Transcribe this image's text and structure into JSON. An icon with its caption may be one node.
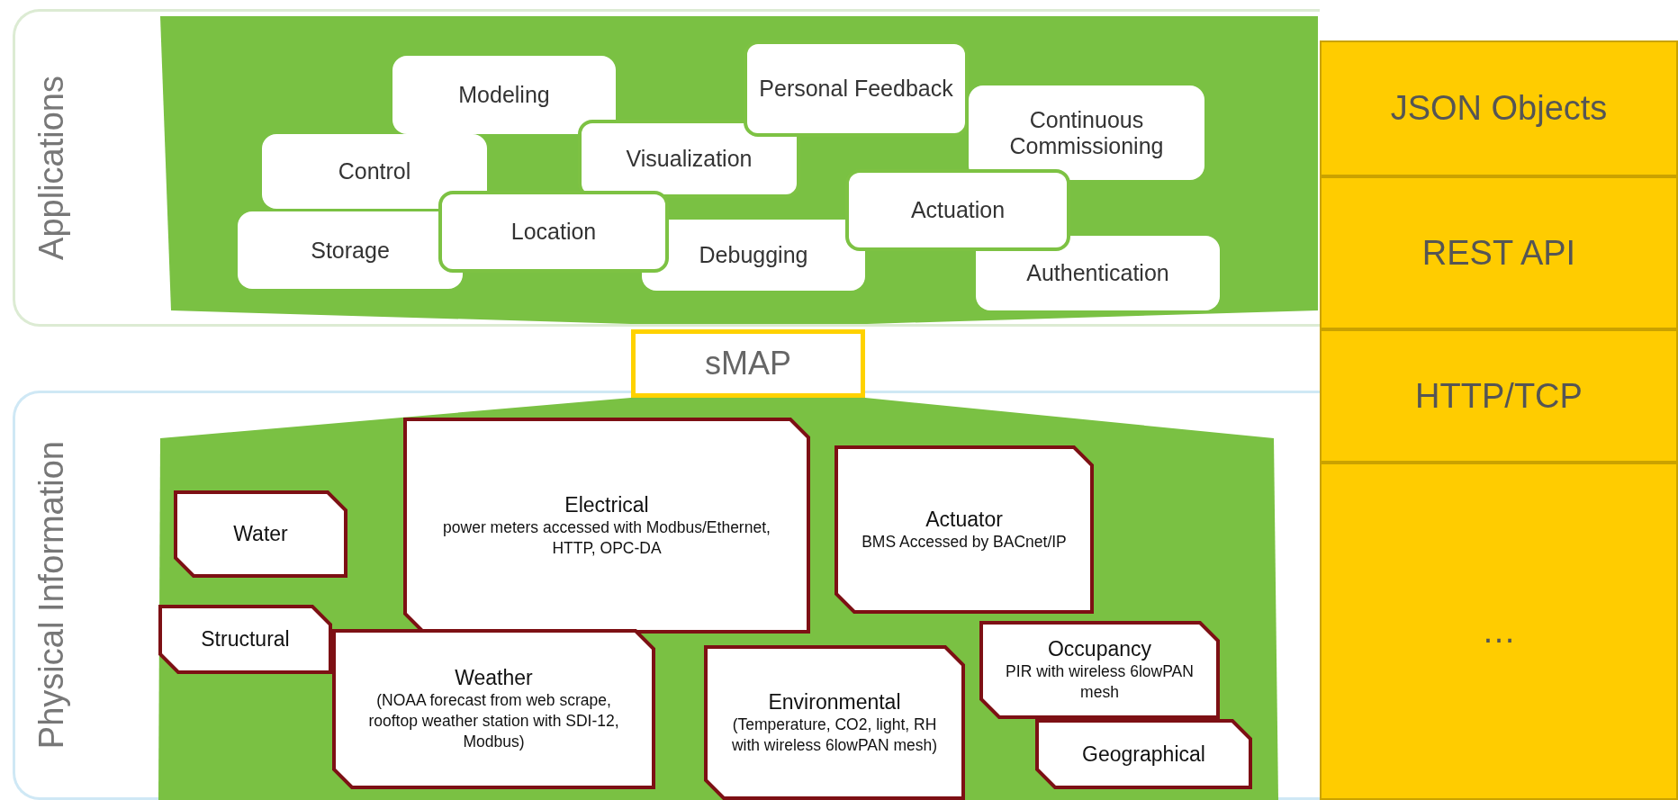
{
  "diagram": {
    "nodes": [
      {
        "text": [
          "Applications"
        ]
      },
      {
        "text": [
          "Modeling"
        ],
        "in": 0
      },
      {
        "text": [
          "Personal Feedback"
        ],
        "in": 0
      },
      {
        "text": [
          "Continuous Commissioning"
        ],
        "in": 0
      },
      {
        "text": [
          "Control"
        ],
        "in": 0
      },
      {
        "text": [
          "Visualization"
        ],
        "in": 0
      },
      {
        "text": [
          "Storage"
        ],
        "in": 0
      },
      {
        "text": [
          "Location"
        ],
        "in": 0
      },
      {
        "text": [
          "Debugging"
        ],
        "in": 0
      },
      {
        "text": [
          "Actuation"
        ],
        "in": 0
      },
      {
        "text": [
          "Authentication"
        ],
        "in": 0
      },
      {
        "text": [
          "sMAP"
        ]
      },
      {
        "text": [
          "Physical Information"
        ]
      },
      {
        "text": [
          "Water"
        ],
        "in": 12
      },
      {
        "text": [
          "Electrical",
          "power meters accessed with Modbus/Ethernet, HTTP, OPC-DA"
        ],
        "in": 12
      },
      {
        "text": [
          "Actuator",
          "BMS Accessed by BACnet/IP"
        ],
        "in": 12
      },
      {
        "text": [
          "Structural"
        ],
        "in": 12
      },
      {
        "text": [
          "Weather",
          "(NOAA forecast from web scrape, rooftop weather station with SDI-12, Modbus)"
        ],
        "in": 12
      },
      {
        "text": [
          "Environmental",
          "(Temperature, CO2, light, RH with wireless 6lowPAN mesh)"
        ],
        "in": 12
      },
      {
        "text": [
          "Occupancy",
          "PIR with wireless 6lowPAN mesh"
        ],
        "in": 12
      },
      {
        "text": [
          "Geographical"
        ],
        "in": 12
      },
      {
        "text": [
          "JSON Objects"
        ]
      },
      {
        "text": [
          "REST API"
        ]
      },
      {
        "text": [
          "HTTP/TCP"
        ]
      },
      {
        "text": [
          "…"
        ]
      }
    ]
  }
}
